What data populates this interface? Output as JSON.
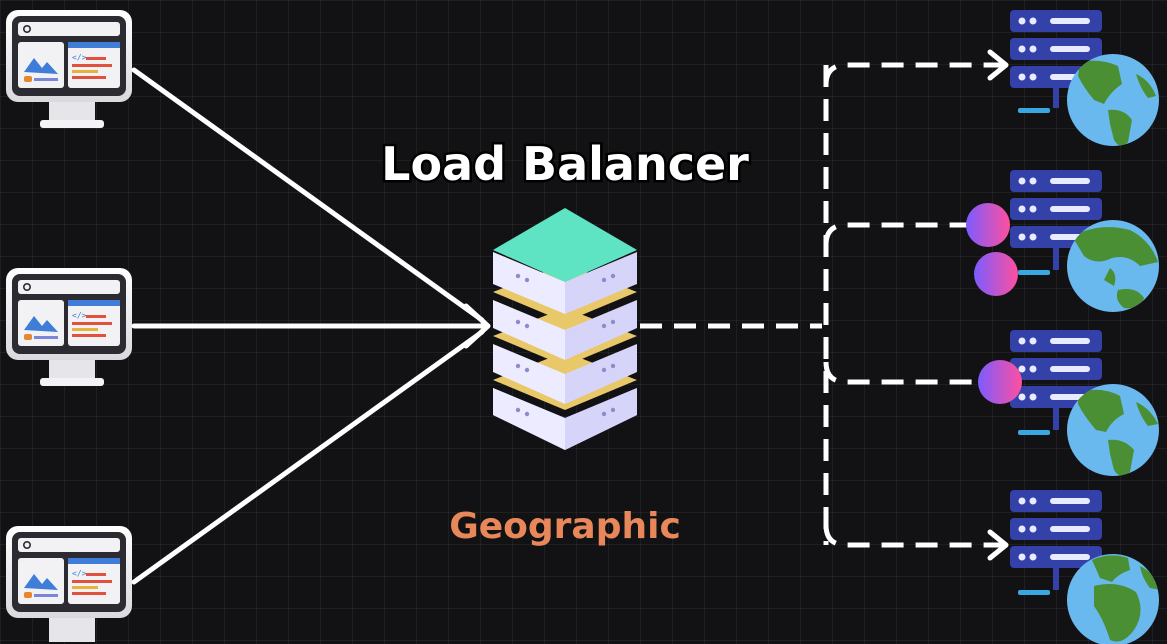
{
  "title": "Load Balancer",
  "subtitle": "Geographic",
  "colors": {
    "background": "#121214",
    "title": "#ffffff",
    "subtitle": "#e8875a",
    "connector": "#ffffff",
    "lb_top": "#5ee3c3",
    "lb_layer": "#f1efff",
    "lb_layer_side": "#b7b2ef",
    "lb_gold": "#e9c86a",
    "server_body": "#3341a8",
    "globe_ocean": "#6ab9ee",
    "globe_land": "#4a8f33",
    "dot_gradient_start": "#ff4fa0",
    "dot_gradient_end": "#7b5cff"
  },
  "clients": [
    {
      "name": "client-1",
      "icon": "desktop-browser-icon"
    },
    {
      "name": "client-2",
      "icon": "desktop-browser-icon"
    },
    {
      "name": "client-3",
      "icon": "desktop-browser-icon"
    }
  ],
  "servers": [
    {
      "name": "server-1",
      "icon": "server-rack-icon",
      "globe": "globe-americas-icon",
      "request_dots": 0,
      "arrow": true
    },
    {
      "name": "server-2",
      "icon": "server-rack-icon",
      "globe": "globe-asia-australia-icon",
      "request_dots": 2,
      "arrow": false
    },
    {
      "name": "server-3",
      "icon": "server-rack-icon",
      "globe": "globe-americas-icon",
      "request_dots": 1,
      "arrow": false
    },
    {
      "name": "server-4",
      "icon": "server-rack-icon",
      "globe": "globe-europe-africa-icon",
      "request_dots": 0,
      "arrow": true
    }
  ]
}
